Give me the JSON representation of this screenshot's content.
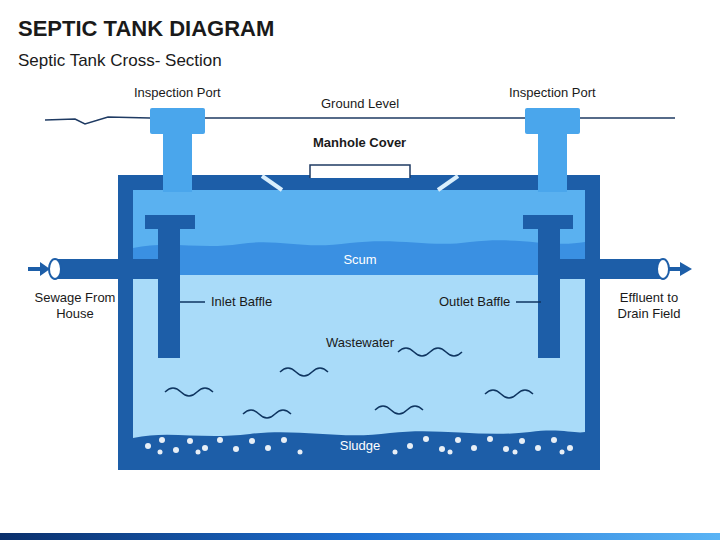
{
  "diagram": {
    "title": "SEPTIC TANK DIAGRAM",
    "nodes": [
      {
        "text": [
          "Scum"
        ]
      },
      {
        "text": [
          "Sludge"
        ]
      }
    ],
    "labels": [
      "Septic Tank Cross- Section",
      "Inspection Port",
      "Ground Level",
      "Inspection Port",
      "Manhole Cover",
      "Sewage From House",
      "Inlet Baffle",
      "Outlet Baffle",
      "Effluent to Drain Field",
      "Wastewater"
    ]
  }
}
